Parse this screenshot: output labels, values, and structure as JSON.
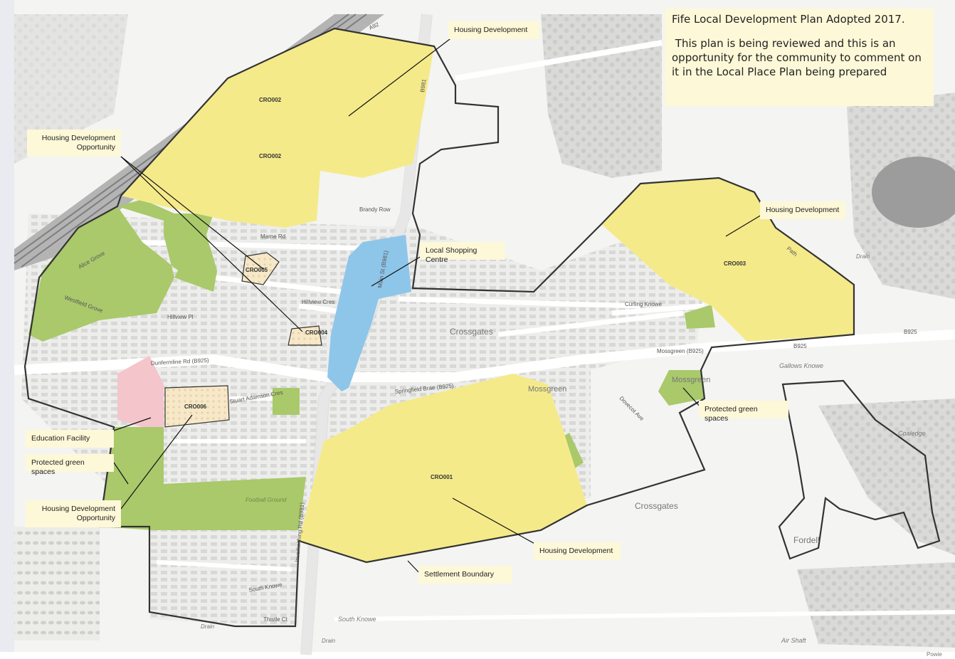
{
  "note": {
    "heading": "Fife Local Development Plan Adopted 2017.",
    "body": " This plan is being reviewed and this is an opportunity for the community to comment on it in the Local Place Plan being prepared"
  },
  "callouts": {
    "housing_dev_n": "Housing Development",
    "housing_opp_nw_line1": "Housing Development",
    "housing_opp_nw_line2": "Opportunity",
    "housing_dev_ne": "Housing Development",
    "local_shopping": "Local Shopping Centre",
    "protected_green_e": "Protected green spaces",
    "education": "Education Facility",
    "protected_green_w": "Protected green spaces",
    "housing_opp_sw_line1": "Housing Development",
    "housing_opp_sw_line2": "Opportunity",
    "housing_dev_s": "Housing Development",
    "settlement": "Settlement Boundary"
  },
  "site_codes": {
    "cro002_a": "CRO002",
    "cro002_b": "CRO002",
    "cro003": "CRO003",
    "cro005": "CRO005",
    "cro004": "CRO004",
    "cro006": "CRO006",
    "cro001": "CRO001"
  },
  "place_names": {
    "crossgates_center": "Crossgates",
    "mossgreen_1": "Mossgreen",
    "mossgreen_2": "Mossgreen",
    "crossgates_se": "Crossgates",
    "fordell": "Fordell",
    "coaledge": "Coaledge",
    "gallows_knowe": "Gallows Knowe",
    "south_knowe": "South Knowe",
    "air_shaft": "Air Shaft",
    "powie": "Powie"
  },
  "road_names": {
    "a92": "A92",
    "b981": "B981",
    "b925_e": "B925",
    "b925_mid": "B925",
    "dunfermline_rd": "Dunfermline Rd (B925)",
    "springfield_brae": "Springfield Brae (B925)",
    "mossgreen_b925": "Mossgreen (B925)",
    "main_st": "Main St (B981)",
    "inverkeithing_rd": "Inverkeithing Rd (B981)",
    "curling_knowe": "Curling Knowe",
    "marne_rd": "Marne Rd",
    "brandy_row": "Brandy Row",
    "hillview_pl": "Hillview Pl",
    "hillview_cres": "Hillview Cres",
    "alice_grove": "Alice Grove",
    "westfield_grove": "Westfield Grove",
    "stuart_adamson_cres": "Stuart Adamson Cres",
    "south_knowe_rd": "South Knowe",
    "thistle_ct": "Thistle Ct",
    "drain_1": "Drain",
    "drain_2": "Drain",
    "drain_3": "Drain",
    "dovecot_ave": "Dovecot Ave",
    "path": "Path",
    "football_ground": "Football Ground"
  },
  "colors": {
    "housing_allocation": "#f5ea8a",
    "green_space": "#a9c96b",
    "shopping": "#8ec6ea",
    "education": "#f4c5cb",
    "opportunity": "#f6e8c8",
    "boundary": "#333333",
    "label_bg": "#fdf8d8",
    "woodland": "#d6d6d4",
    "railway": "#8a8a8a"
  }
}
